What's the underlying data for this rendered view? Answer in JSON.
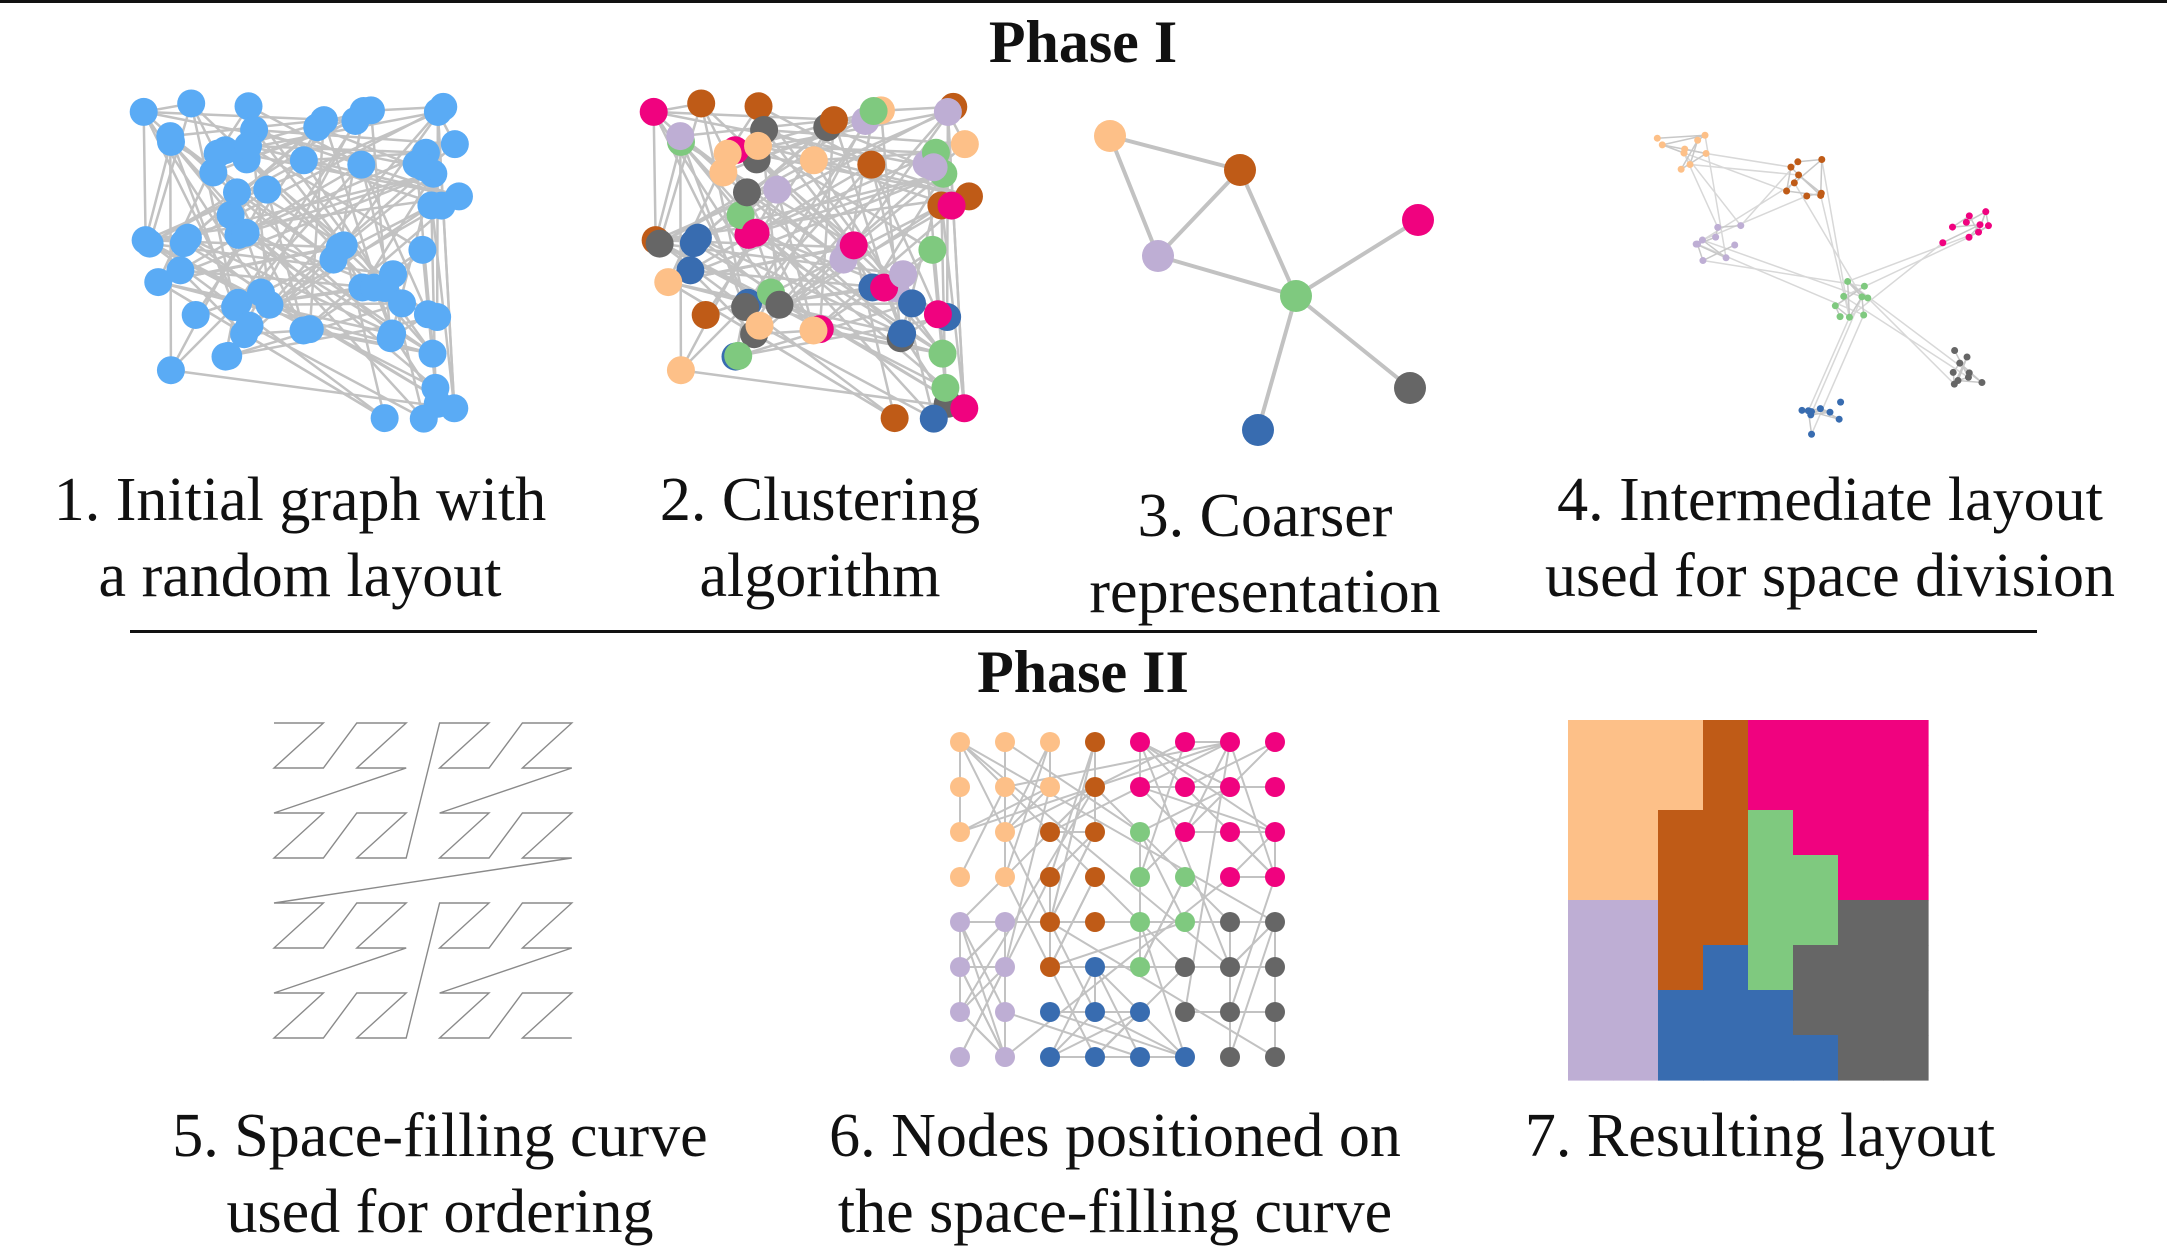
{
  "phase1": {
    "title": "Phase I"
  },
  "phase2": {
    "title": "Phase II"
  },
  "steps": [
    {
      "line1": "1. Initial graph with",
      "line2": "a random layout"
    },
    {
      "line1": "2. Clustering",
      "line2": "algorithm"
    },
    {
      "line1": "3. Coarser",
      "line2": "representation"
    },
    {
      "line1": "4. Intermediate layout",
      "line2": "used for space division"
    },
    {
      "line1": "5. Space-filling curve",
      "line2": "used for ordering"
    },
    {
      "line1": "6. Nodes positioned on",
      "line2": "the space-filling curve"
    },
    {
      "line1": "",
      "line2": "7. Resulting layout"
    }
  ],
  "colors": {
    "node_blue": "#5aabf5",
    "edge_gray": "#c2c2c2",
    "cluster_peach": "#fdc088",
    "cluster_brown": "#bf5b17",
    "cluster_magenta": "#f0027f",
    "cluster_lavender": "#beaed4",
    "cluster_green": "#7fc97f",
    "cluster_darkgray": "#666666",
    "cluster_navy": "#386cb0"
  },
  "coarse_graph": {
    "nodes": [
      "peach",
      "brown",
      "magenta",
      "lavender",
      "green",
      "darkgray",
      "navy"
    ],
    "edges": [
      [
        "peach",
        "brown"
      ],
      [
        "peach",
        "lavender"
      ],
      [
        "brown",
        "lavender"
      ],
      [
        "brown",
        "green"
      ],
      [
        "lavender",
        "green"
      ],
      [
        "green",
        "magenta"
      ],
      [
        "green",
        "darkgray"
      ],
      [
        "green",
        "navy"
      ]
    ]
  },
  "resulting_layout": {
    "grid_size": 8,
    "cells": [
      "PPPBMMMM",
      "PPPBMMMM",
      "PPBBGMMM",
      "PPBBGGMM",
      "LLBBGGDD",
      "LLBNGDDD",
      "LLNNNDDD",
      "LLNNNNDD"
    ],
    "legend": {
      "P": "peach",
      "B": "brown",
      "M": "magenta",
      "G": "green",
      "L": "lavender",
      "N": "navy",
      "D": "darkgray"
    }
  }
}
